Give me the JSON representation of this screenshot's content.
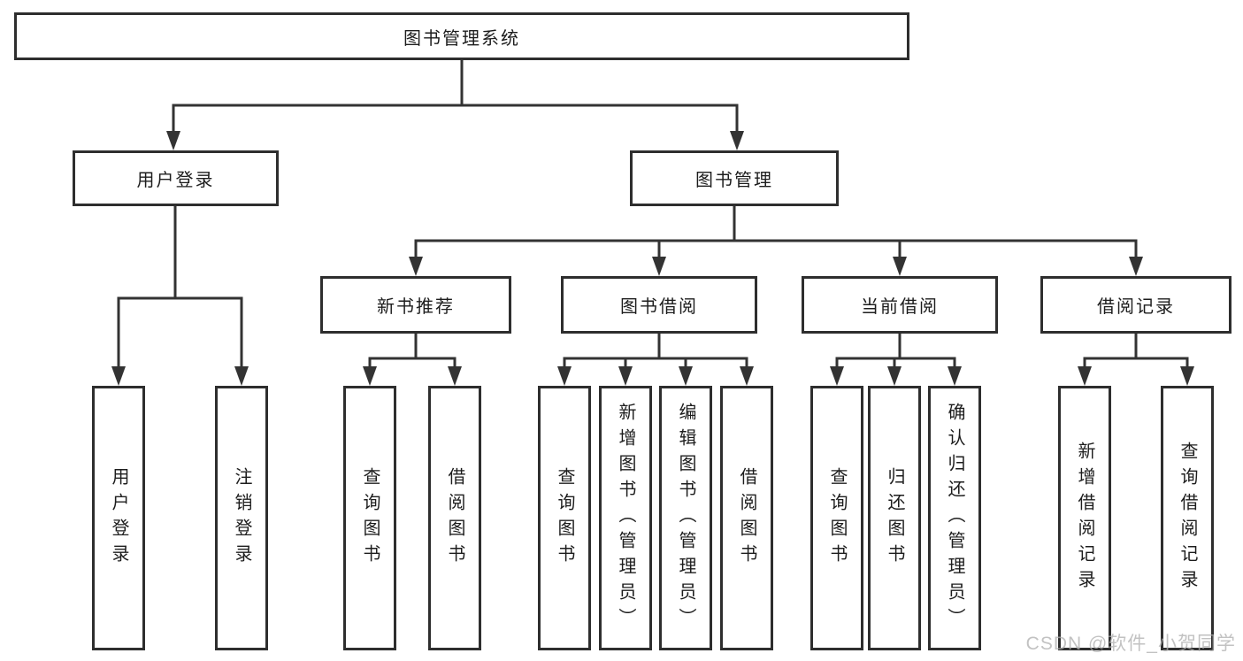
{
  "diagram_type": "hierarchy-tree",
  "colors": {
    "line": "#333333",
    "box_border": "#2e2e2e",
    "text": "#1d1d1d",
    "background": "#ffffff",
    "watermark": "#aeaeae"
  },
  "tree": {
    "label": "图书管理系统",
    "children": [
      {
        "label": "用户登录",
        "children": [
          {
            "label": "用户登录"
          },
          {
            "label": "注销登录"
          }
        ]
      },
      {
        "label": "图书管理",
        "children": [
          {
            "label": "新书推荐",
            "children": [
              {
                "label": "查询图书"
              },
              {
                "label": "借阅图书"
              }
            ]
          },
          {
            "label": "图书借阅",
            "children": [
              {
                "label": "查询图书"
              },
              {
                "label": "新增图书（管理员）"
              },
              {
                "label": "编辑图书（管理员）"
              },
              {
                "label": "借阅图书"
              }
            ]
          },
          {
            "label": "当前借阅",
            "children": [
              {
                "label": "查询图书"
              },
              {
                "label": "归还图书"
              },
              {
                "label": "确认归还（管理员）"
              }
            ]
          },
          {
            "label": "借阅记录",
            "children": [
              {
                "label": "新增借阅记录"
              },
              {
                "label": "查询借阅记录"
              }
            ]
          }
        ]
      }
    ]
  },
  "watermark": "CSDN @软件_小贺同学"
}
